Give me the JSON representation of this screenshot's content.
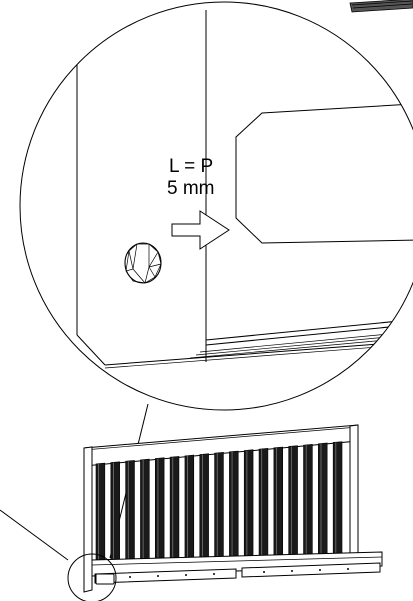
{
  "callout": {
    "line1": "L = P",
    "line2": "5 mm"
  },
  "colors": {
    "stroke": "#000000",
    "background": "#ffffff",
    "slat_fill": "#1a1a1a"
  },
  "icons": {
    "arrow": "push-arrow-icon",
    "knob": "knob-icon"
  },
  "bed_side": {
    "slat_count": 17
  }
}
